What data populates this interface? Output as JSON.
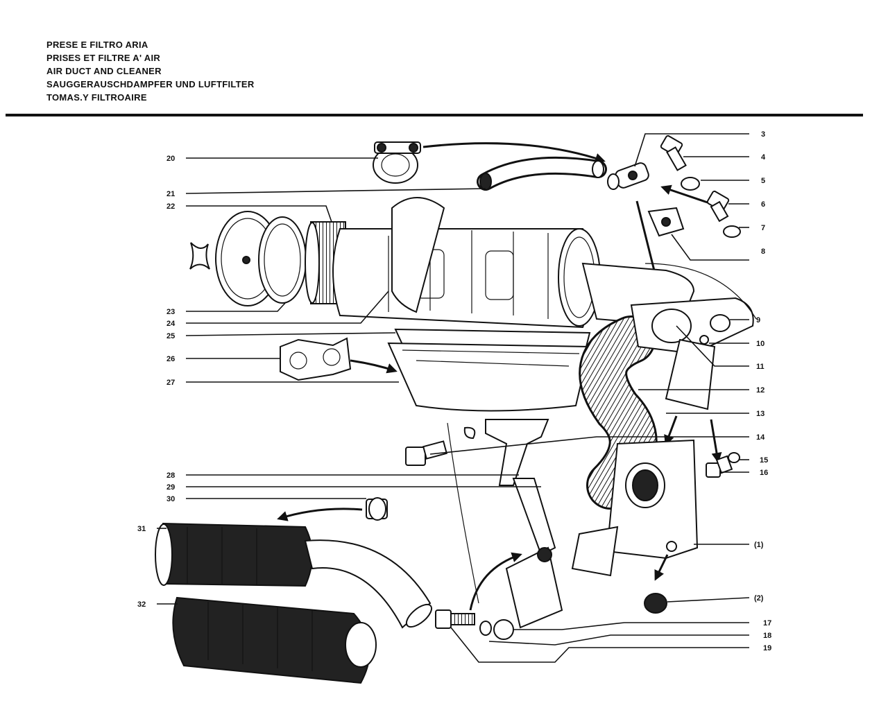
{
  "header": {
    "titles": [
      "PRESE E FILTRO ARIA",
      "PRISES ET FILTRE A' AIR",
      "AIR DUCT AND CLEANER",
      "SAUGGERAUSCHDAMPFER UND LUFTFILTER",
      "TOMAS.Y FILTROAIRE"
    ]
  },
  "callouts": {
    "left": [
      "20",
      "21",
      "22",
      "23",
      "24",
      "25",
      "26",
      "27",
      "28",
      "29",
      "30",
      "31",
      "32"
    ],
    "right": [
      "3",
      "4",
      "5",
      "6",
      "7",
      "8",
      "9",
      "10",
      "11",
      "12",
      "13",
      "14",
      "15",
      "16",
      "(1)",
      "(2)",
      "17",
      "18",
      "19"
    ]
  }
}
